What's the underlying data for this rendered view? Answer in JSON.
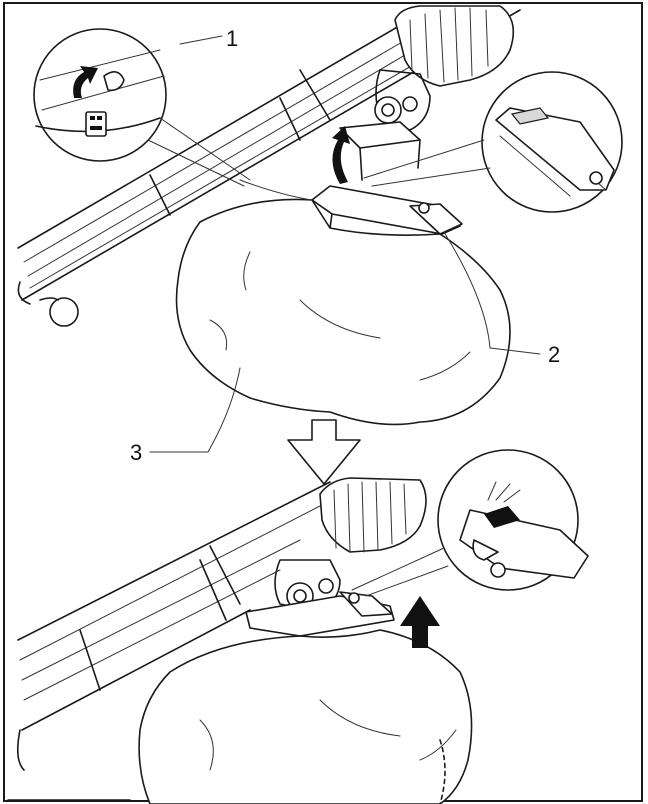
{
  "callouts": [
    {
      "id": "clip",
      "label": "1"
    },
    {
      "id": "hook",
      "label": "2"
    },
    {
      "id": "bag",
      "label": "3"
    }
  ],
  "colors": {
    "line": "#1a1a1a",
    "background": "#ffffff",
    "shade": "#d9d9d9"
  },
  "icons": {
    "step_arrow": "down-outline-arrow-icon",
    "lift_arrow": "up-black-arrow-icon",
    "rotate_arrow": "curved-arrow-icon"
  }
}
